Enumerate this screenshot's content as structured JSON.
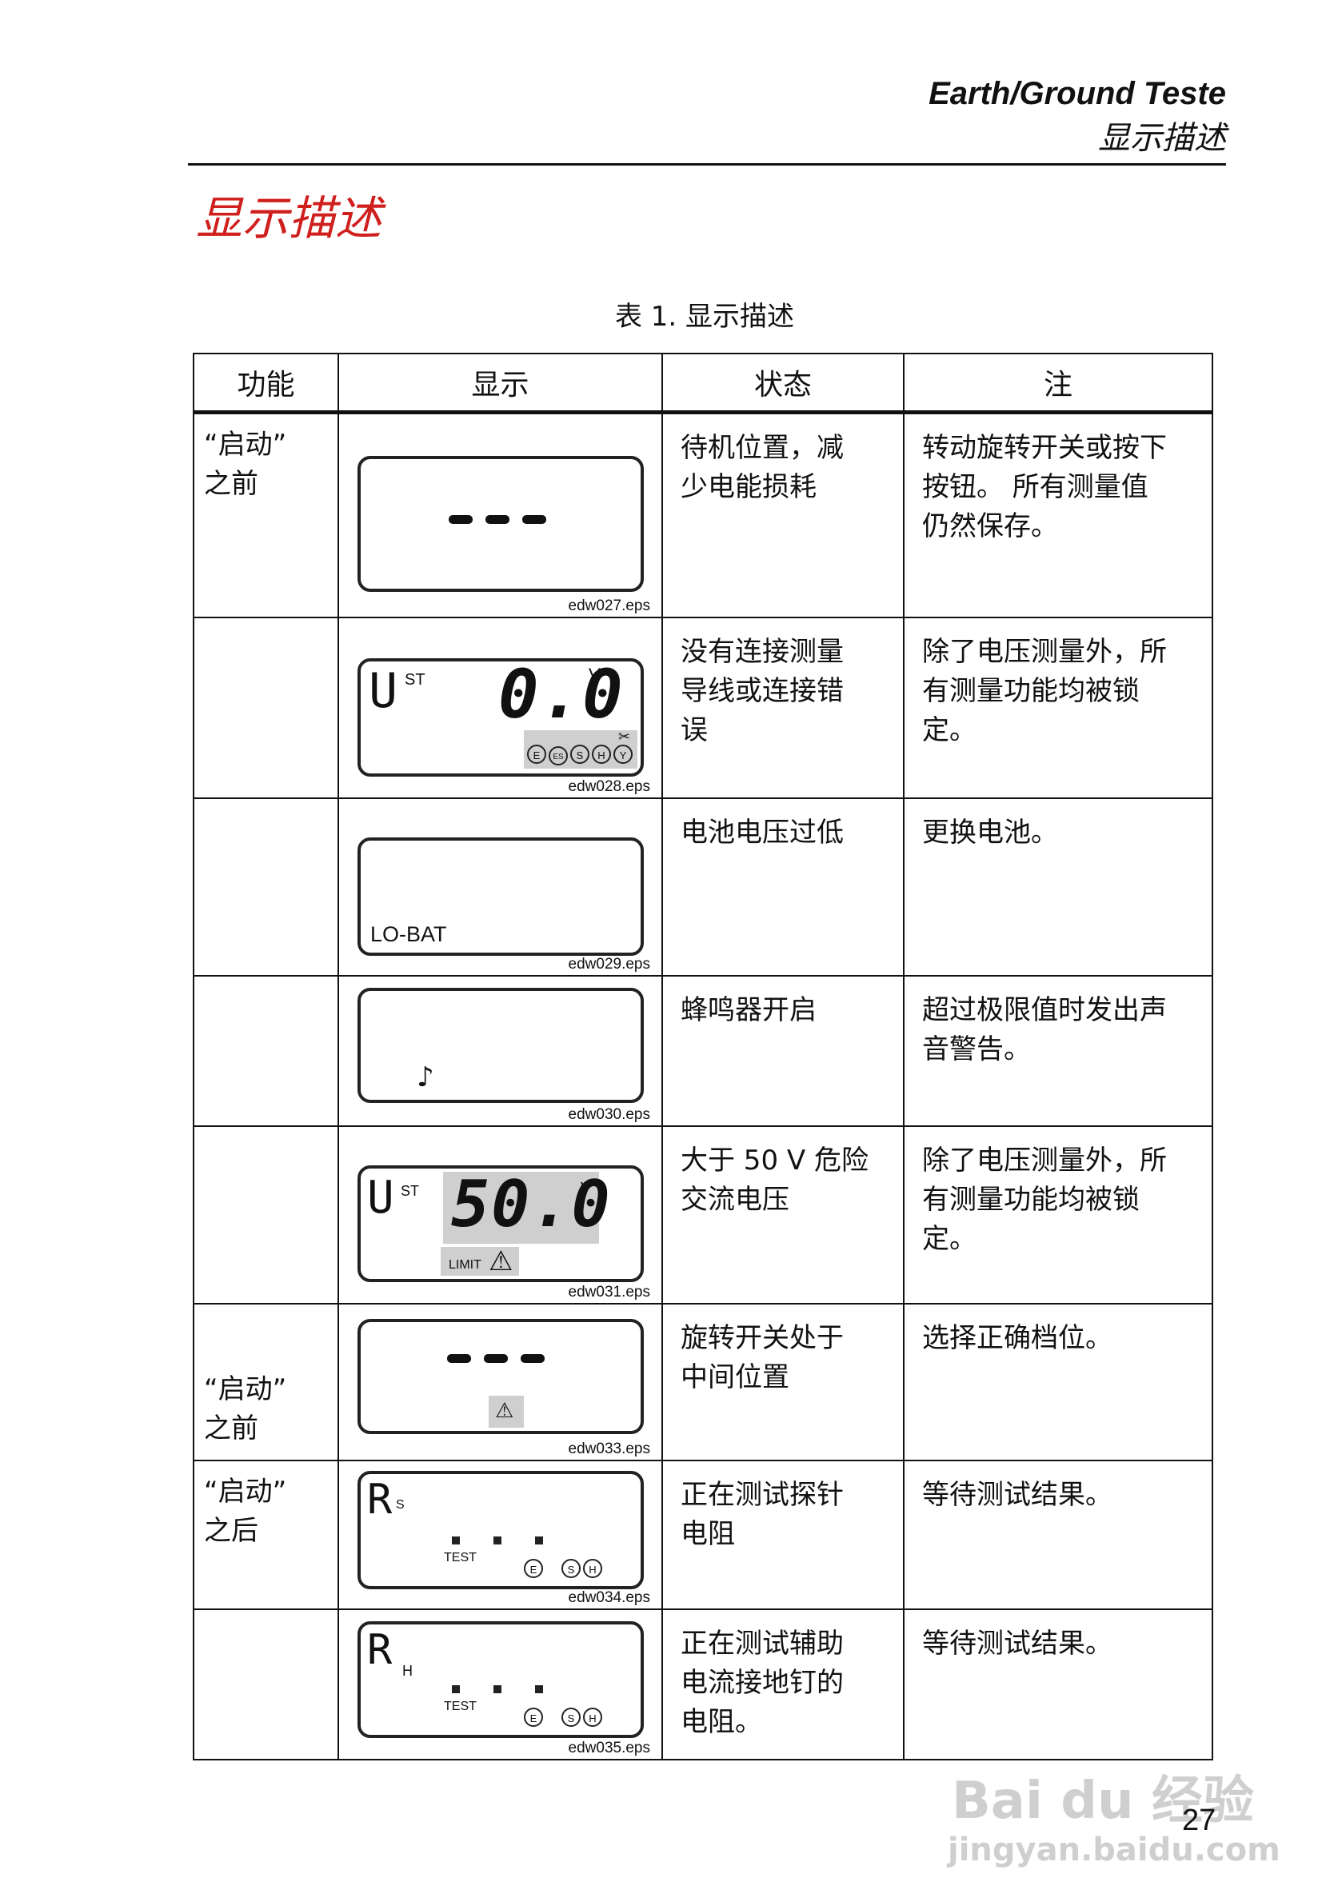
{
  "header": {
    "title": "Earth/Ground Teste",
    "subtitle": "显示描述"
  },
  "section_title": "显示描述",
  "table_caption": "表 1. 显示描述",
  "table": {
    "headers": [
      "功能",
      "显示",
      "状态",
      "注"
    ],
    "rows": [
      {
        "func": "“启动”\n之前",
        "display": {
          "dashes": "- - -",
          "eps": "edw027.eps"
        },
        "status": "待机位置，减\n少电能损耗",
        "note": "转动旋转开关或按下\n按钮。 所有测量值\n仍然保存。"
      },
      {
        "func": "",
        "display": {
          "letter": "U",
          "sub": "ST",
          "value": "0.0",
          "unit": "V",
          "eps": "edw028.eps"
        },
        "status": "没有连接测量\n导线或连接错\n误",
        "note": "除了电压测量外，所\n有测量功能均被锁\n定。"
      },
      {
        "func": "",
        "display": {
          "label": "LO-BAT",
          "eps": "edw029.eps"
        },
        "status": "电池电压过低",
        "note": "更换电池。"
      },
      {
        "func": "",
        "display": {
          "symbol": "♪",
          "eps": "edw030.eps"
        },
        "status": "蜂鸣器开启",
        "note": "超过极限值时发出声\n音警告。"
      },
      {
        "func": "",
        "display": {
          "letter": "U",
          "sub": "ST",
          "value": "50.0",
          "unit": "V",
          "limit": "LIMIT",
          "eps": "edw031.eps"
        },
        "status": "大于 50 V 危险\n交流电压",
        "note": "除了电压测量外，所\n有测量功能均被锁\n定。"
      },
      {
        "func": "“启动”\n之前",
        "display": {
          "dashes": "- - -",
          "eps": "edw033.eps"
        },
        "status": "旋转开关处于\n中间位置",
        "note": "选择正确档位。"
      },
      {
        "func": "“启动”\n之后",
        "display": {
          "letter": "R",
          "sub": "S",
          "test": "TEST",
          "eps": "edw034.eps"
        },
        "status": "正在测试探针\n电阻",
        "note": "等待测试结果。"
      },
      {
        "func": "",
        "display": {
          "letter": "R",
          "sub": "H",
          "test": "TEST",
          "eps": "edw035.eps"
        },
        "status": "正在测试辅助\n电流接地钉的\n电阻。",
        "note": "等待测试结果。"
      }
    ]
  },
  "page_number": "27",
  "watermark": {
    "brand": "Bai du 经验",
    "url": "jingyan.baidu.com"
  }
}
